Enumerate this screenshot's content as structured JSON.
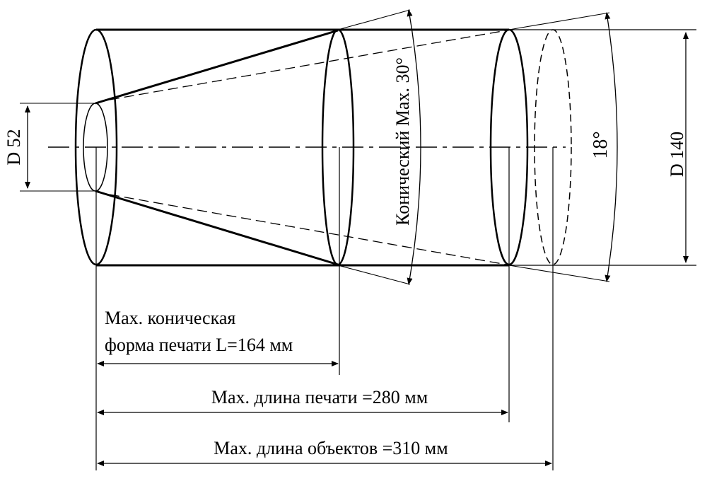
{
  "labels": {
    "d_small": "D 52",
    "d_large": "D 140",
    "conical_angle": "Конический Max. 30°",
    "angle_18": "18°",
    "cone_length_line1": "Max. коническая",
    "cone_length_line2": "форма печати L=164 мм",
    "print_length": "Max. длина печати =280 мм",
    "object_length": "Max. длина объектов =310 мм"
  }
}
